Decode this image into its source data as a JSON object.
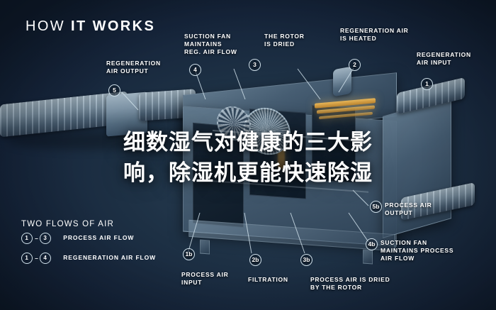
{
  "header": {
    "title_plain": "HOW ",
    "title_bold": "IT WORKS"
  },
  "overlay": {
    "line1": "细数湿气对健康的三大影",
    "line2": "响，除湿机更能快速除湿"
  },
  "callouts": [
    {
      "id": "1",
      "label": "REGENERATION\nAIR INPUT",
      "pos": "top-right"
    },
    {
      "id": "2",
      "label": "REGENERATION AIR\nIS HEATED",
      "pos": "top"
    },
    {
      "id": "3",
      "label": "THE ROTOR\nIS DRIED",
      "pos": "top"
    },
    {
      "id": "4",
      "label": "SUCTION FAN\nMAINTAINS\nREG. AIR FLOW",
      "pos": "top"
    },
    {
      "id": "5",
      "label": "REGENERATION\nAIR OUTPUT",
      "pos": "left"
    },
    {
      "id": "5b",
      "label": "PROCESS AIR\nOUTPUT",
      "pos": "right"
    },
    {
      "id": "4b",
      "label": "SUCTION FAN\nMAINTAINS PROCESS\nAIR FLOW",
      "pos": "bottom-right"
    },
    {
      "id": "3b",
      "label": "PROCESS AIR IS DRIED\nBY THE ROTOR",
      "pos": "bottom"
    },
    {
      "id": "2b",
      "label": "FILTRATION",
      "pos": "bottom"
    },
    {
      "id": "1b",
      "label": "PROCESS AIR\nINPUT",
      "pos": "bottom-left"
    }
  ],
  "legend": {
    "title": "TWO FLOWS OF AIR",
    "rows": [
      {
        "from": "1",
        "dash": "–",
        "to": "3",
        "label": "PROCESS AIR FLOW"
      },
      {
        "from": "1",
        "dash": "–",
        "to": "4",
        "label": "REGENERATION AIR FLOW"
      }
    ]
  },
  "colors": {
    "accent": "#e8b75a",
    "line": "#cfe0ea",
    "text": "#ffffff",
    "bg_dark": "#15243a"
  }
}
